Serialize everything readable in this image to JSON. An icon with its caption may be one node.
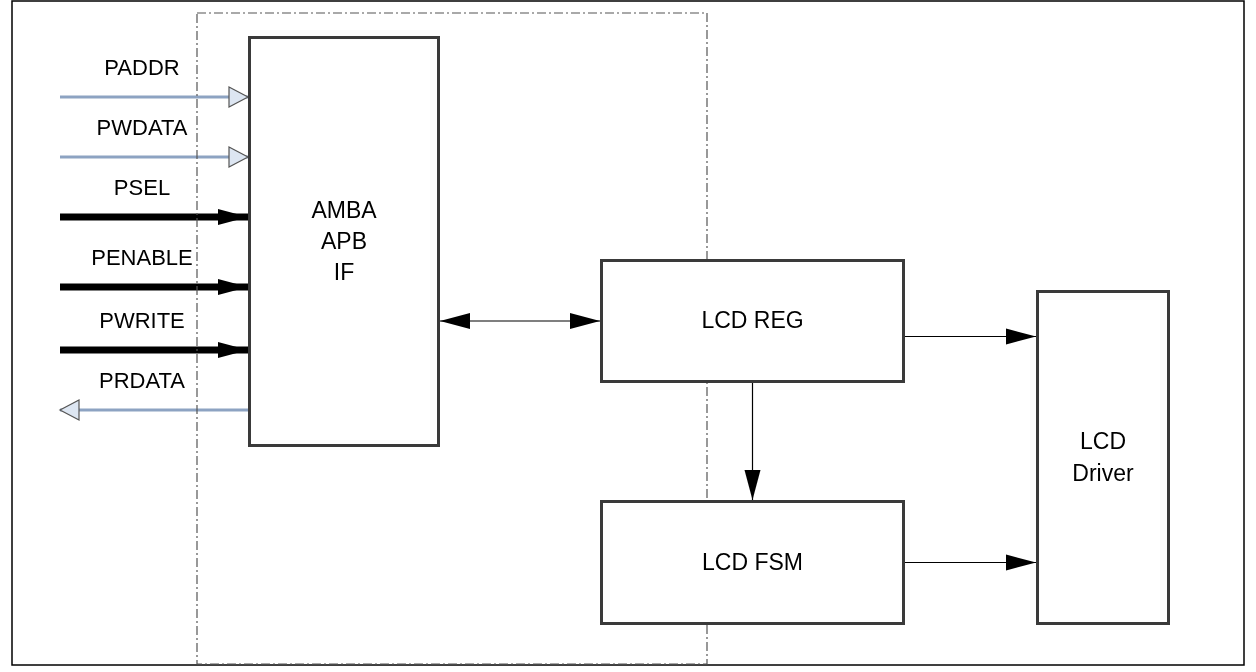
{
  "diagram": {
    "nodes": [
      {
        "text": [],
        "shape": "box"
      },
      {
        "text": [
          "AMBA APB IF"
        ],
        "in": 0
      },
      {
        "text": [
          "LCD REG"
        ]
      },
      {
        "text": [
          "LCD FSM"
        ]
      },
      {
        "text": [
          "LCD Driver"
        ]
      }
    ],
    "edges": [
      {
        "from": null,
        "to": 1,
        "arrow": "to",
        "label": "PADDR",
        "color": "#8da3c2"
      },
      {
        "from": null,
        "to": 1,
        "arrow": "to",
        "label": "PWDATA",
        "color": "#8da3c2"
      },
      {
        "from": null,
        "to": 1,
        "arrow": "to",
        "label": "PSEL",
        "style": "thick"
      },
      {
        "from": null,
        "to": 1,
        "arrow": "to",
        "label": "PENABLE",
        "style": "thick"
      },
      {
        "from": null,
        "to": 1,
        "arrow": "to",
        "label": "PWRITE",
        "style": "thick"
      },
      {
        "from": 1,
        "to": null,
        "arrow": "to",
        "label": "PRDATA",
        "color": "#8da3c2"
      },
      {
        "from": 1,
        "to": 2,
        "arrow": "both"
      },
      {
        "from": 2,
        "to": 4,
        "arrow": "to"
      },
      {
        "from": 2,
        "to": 3,
        "arrow": "to"
      },
      {
        "from": 3,
        "to": 4,
        "arrow": "to"
      }
    ]
  }
}
